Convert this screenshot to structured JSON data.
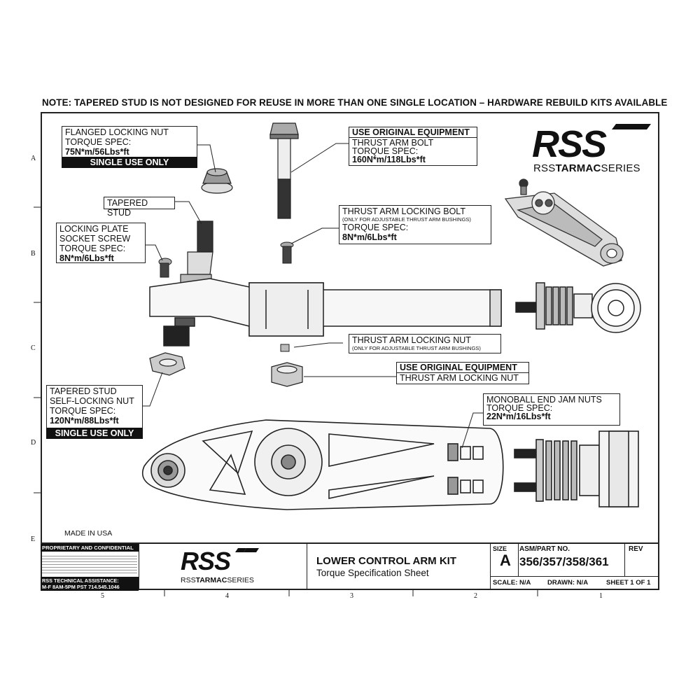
{
  "note": "NOTE: TAPERED STUD IS NOT DESIGNED FOR REUSE IN MORE THAN ONE SINGLE LOCATION – HARDWARE REBUILD KITS AVAILABLE",
  "zones": {
    "rows": [
      "A",
      "B",
      "C",
      "D",
      "E"
    ],
    "cols": [
      "5",
      "4",
      "3",
      "2",
      "1"
    ]
  },
  "brand": {
    "logo": "RSS",
    "series_prefix": "RSS",
    "series_bold": "TARMAC",
    "series_suffix": "SERIES"
  },
  "callouts": {
    "flanged_nut": {
      "title": "FLANGED LOCKING NUT",
      "spec_label": "TORQUE SPEC:",
      "spec": "75N*m/56Lbs*ft",
      "warning": "SINGLE USE ONLY"
    },
    "tapered_stud": {
      "title": "TAPERED STUD"
    },
    "locking_plate": {
      "line1": "LOCKING PLATE",
      "line2": "SOCKET SCREW",
      "spec_label": "TORQUE SPEC:",
      "spec": "8N*m/6Lbs*ft"
    },
    "thrust_arm_bolt": {
      "header": "USE ORIGINAL EQUIPMENT",
      "title": "THRUST ARM BOLT",
      "spec_label": "TORQUE SPEC:",
      "spec": "160N*m/118Lbs*ft"
    },
    "thrust_arm_locking_bolt": {
      "title": "THRUST ARM LOCKING BOLT",
      "note": "(ONLY FOR ADJUSTABLE THRUST ARM BUSHINGS)",
      "spec_label": "TORQUE SPEC:",
      "spec": "8N*m/6Lbs*ft"
    },
    "thrust_arm_locking_nut": {
      "title": "THRUST ARM LOCKING NUT",
      "note": "(ONLY FOR ADJUSTABLE THRUST ARM BUSHINGS)"
    },
    "thrust_arm_locking_nut_oe": {
      "header": "USE ORIGINAL EQUIPMENT",
      "title": "THRUST ARM LOCKING NUT"
    },
    "tapered_stud_nut": {
      "line1": "TAPERED STUD",
      "line2": "SELF-LOCKING NUT",
      "spec_label": "TORQUE SPEC:",
      "spec": "120N*m/88Lbs*ft",
      "warning": "SINGLE USE ONLY"
    },
    "monoball_jam_nuts": {
      "title": "MONOBALL END JAM NUTS",
      "spec_label": "TORQUE SPEC:",
      "spec": "22N*m/16Lbs*ft"
    }
  },
  "made_in": "MADE IN USA",
  "title_block": {
    "proprietary": "PROPRIETARY AND CONFIDENTIAL",
    "assistance_title": "RSS TECHNICAL ASSISTANCE:",
    "assistance_hours": "M-F 8AM-5PM PST 714.545.1046",
    "drawing_title": "LOWER CONTROL ARM KIT",
    "drawing_subtitle": "Torque Specification Sheet",
    "size_label": "SIZE",
    "size": "A",
    "part_label": "ASM/PART NO.",
    "part_no": "356/357/358/361",
    "rev_label": "REV",
    "scale": "SCALE: N/A",
    "drawn": "DRAWN: N/A",
    "sheet": "SHEET 1 OF 1"
  }
}
